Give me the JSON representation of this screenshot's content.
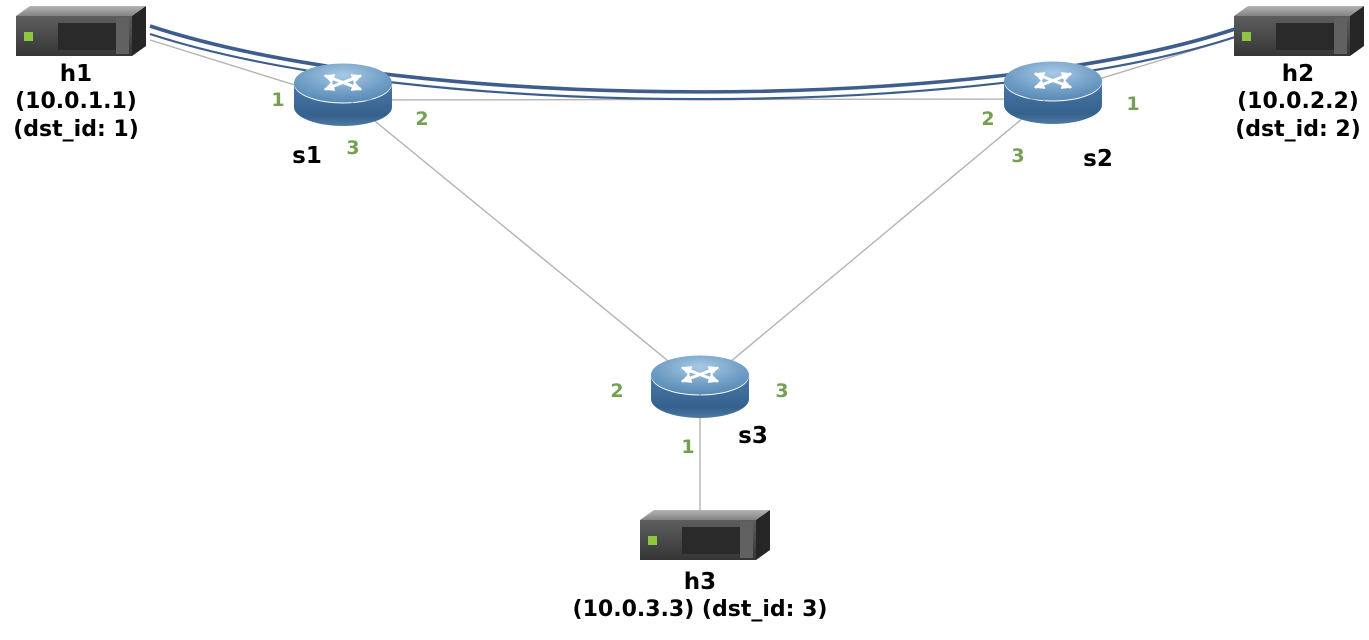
{
  "diagram_type": "network-topology",
  "nodes": {
    "h1": {
      "type": "host",
      "label": "h1",
      "line2": "(10.0.1.1)",
      "line3": "(dst_id: 1)"
    },
    "h2": {
      "type": "host",
      "label": "h2",
      "line2": "(10.0.2.2)",
      "line3": "(dst_id: 2)"
    },
    "h3": {
      "type": "host",
      "label": "h3",
      "line2": "(10.0.3.3) (dst_id: 3)"
    },
    "s1": {
      "type": "switch",
      "label": "s1",
      "ports": {
        "p1": "1",
        "p2": "2",
        "p3": "3"
      }
    },
    "s2": {
      "type": "switch",
      "label": "s2",
      "ports": {
        "p1": "1",
        "p2": "2",
        "p3": "3"
      }
    },
    "s3": {
      "type": "switch",
      "label": "s3",
      "ports": {
        "p1": "1",
        "p2": "2",
        "p3": "3"
      }
    }
  },
  "links": [
    {
      "from": "h1",
      "to": "s1",
      "to_port": "1"
    },
    {
      "from": "s1",
      "to": "s2",
      "from_port": "2",
      "to_port": "2"
    },
    {
      "from": "s1",
      "to": "s3",
      "from_port": "3",
      "to_port": "2"
    },
    {
      "from": "s2",
      "to": "s3",
      "from_port": "3",
      "to_port": "3"
    },
    {
      "from": "h2",
      "to": "s2",
      "to_port": "1"
    },
    {
      "from": "h3",
      "to": "s3",
      "to_port": "1"
    }
  ],
  "highlighted_path": {
    "nodes": [
      "h1",
      "s1",
      "s2",
      "h2"
    ],
    "color": "#3d5e8c"
  },
  "colors": {
    "port_label": "#75a053",
    "link_line": "#b3b3b3",
    "path_line": "#3d5e8c"
  }
}
